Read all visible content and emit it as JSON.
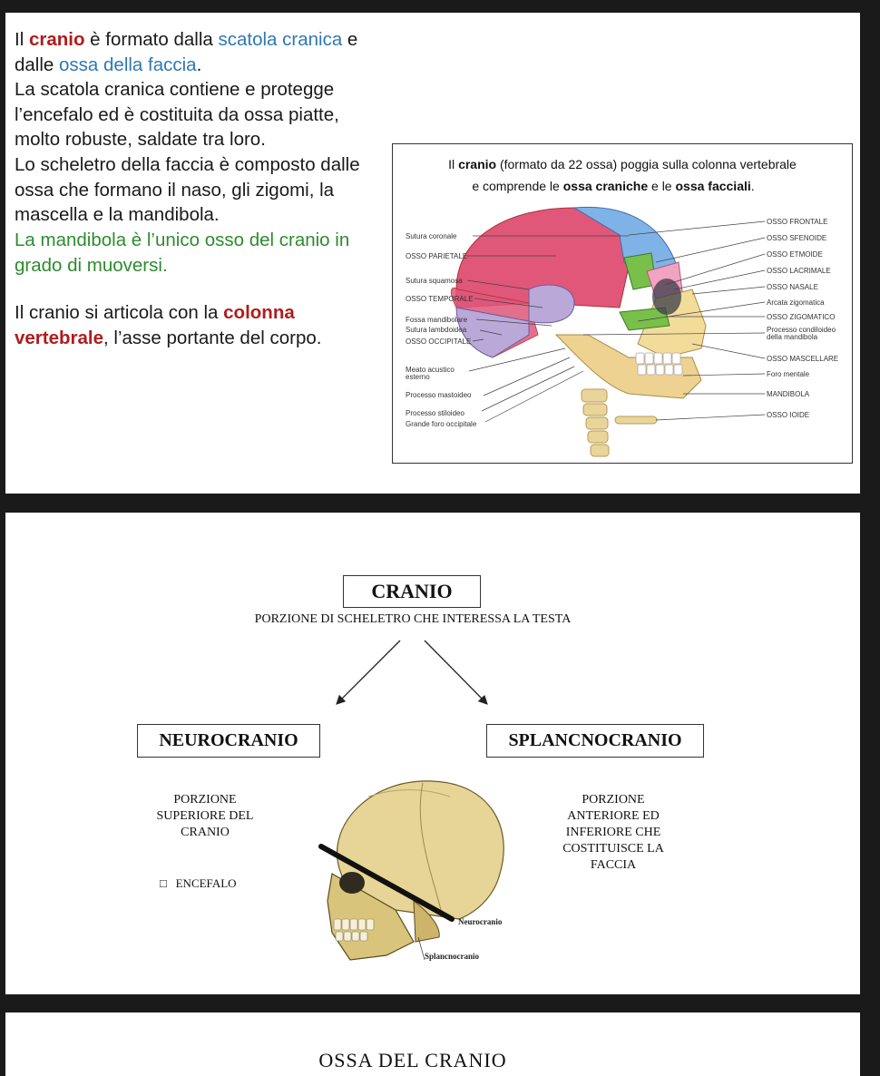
{
  "intro": {
    "p1": [
      "Il ",
      "cranio",
      " è formato dalla ",
      "scatola cranica",
      " e dalle ",
      "ossa della faccia",
      "."
    ],
    "p2": "La scatola cranica contiene e protegge l’encefalo ed è costituita da ossa piatte, molto robuste, saldate tra loro.",
    "p3": "Lo scheletro della faccia è composto dalle ossa che formano il naso, gli zigomi, la mascella e la mandibola.",
    "p4": "La mandibola è l’unico osso del cranio in grado di muoversi.",
    "p5": [
      "Il cranio si articola con la ",
      "colonna vertebrale",
      ", l’asse portante del corpo."
    ]
  },
  "figure": {
    "caption_line1": [
      "Il ",
      "cranio",
      " (formato da 22 ossa) poggia sulla colonna vertebrale"
    ],
    "caption_line2": [
      "e comprende le ",
      "ossa craniche",
      " e le ",
      "ossa facciali",
      "."
    ],
    "labels_left": [
      "Sutura coronale",
      "OSSO PARIETALE",
      "Sutura squamosa",
      "OSSO TEMPORALE",
      "Fossa mandibolare",
      "Sutura lambdoidea",
      "OSSO OCCIPITALE",
      "Meato acustico",
      "esterno",
      "Processo mastoideo",
      "Processo stiloideo",
      "Grande foro occipitale"
    ],
    "labels_right": [
      "OSSO FRONTALE",
      "OSSO SFENOIDE",
      "OSSO ETMOIDE",
      "OSSO LACRIMALE",
      "OSSO NASALE",
      "Arcata zigomatica",
      "OSSO ZIGOMATICO",
      "Processo condiloideo",
      "della mandibola",
      "OSSO MASCELLARE",
      "Foro mentale",
      "MANDIBOLA",
      "OSSO IOIDE"
    ]
  },
  "diagram": {
    "title": "CRANIO",
    "subtitle": "PORZIONE DI SCHELETRO CHE INTERESSA LA TESTA",
    "left_box": "NEUROCRANIO",
    "right_box": "SPLANCNOCRANIO",
    "left_desc": [
      "PORZIONE",
      "SUPERIORE DEL",
      "CRANIO"
    ],
    "left_bullet_glyph": "□",
    "left_bullet": "ENCEFALO",
    "right_desc": [
      "PORZIONE",
      "ANTERIORE ED",
      "INFERIORE CHE",
      "COSTITUISCE LA",
      "FACCIA"
    ],
    "skull_label_top": "Neurocranio",
    "skull_label_bottom": "Splancnocranio"
  },
  "next_slide": {
    "title": "OSSA DEL CRANIO"
  }
}
